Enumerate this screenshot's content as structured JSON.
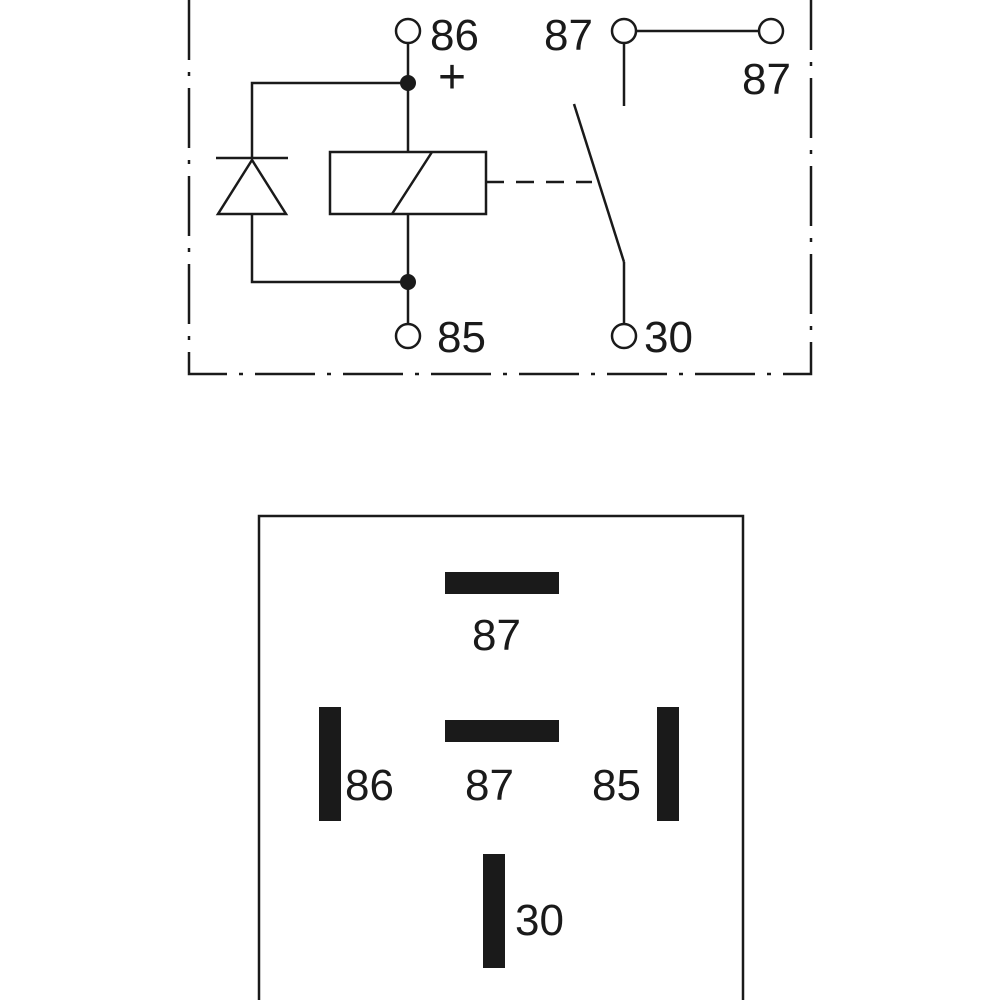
{
  "schematic": {
    "terminal_labels": {
      "coil_positive": "86",
      "coil_negative": "85",
      "contact_output_left": "87",
      "contact_output_right": "87",
      "contact_common": "30"
    },
    "polarity_symbol": "+"
  },
  "pin_layout": {
    "pins": [
      {
        "id": "pin-87-top",
        "label": "87"
      },
      {
        "id": "pin-87-middle",
        "label": "87"
      },
      {
        "id": "pin-86",
        "label": "86"
      },
      {
        "id": "pin-85",
        "label": "85"
      },
      {
        "id": "pin-30",
        "label": "30"
      }
    ]
  },
  "colors": {
    "line": "#1a1a1a",
    "background": "#ffffff"
  }
}
